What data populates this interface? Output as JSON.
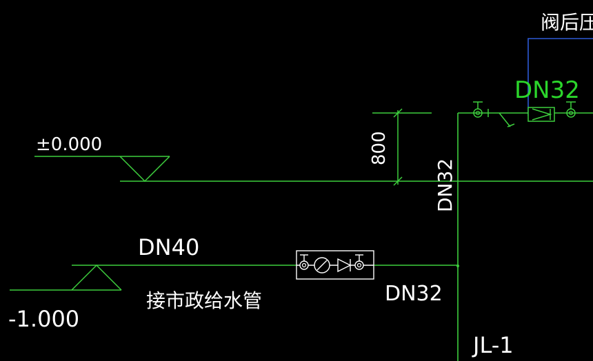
{
  "colors": {
    "background": "#000000",
    "pipe": "#3ecf3e",
    "text": "#ffffff",
    "annotation": "#2bd62b",
    "box": "#2d5bd6"
  },
  "labels": {
    "top_right_partial": "阀后压",
    "dn32_top": "DN32",
    "elev_zero": "±0.000",
    "dim_800": "800",
    "dn32_vertical": "DN32",
    "dn40": "DN40",
    "municipal_pipe": "接市政给水管",
    "dn32_bottom": "DN32",
    "elev_minus": "-1.000",
    "riser": "JL-1"
  },
  "icons": {
    "valve_group": "meter-valve-assembly-icon",
    "gate_valve": "gate-valve-icon",
    "check_valve": "check-valve-icon",
    "pressure_reducer": "pressure-reducing-valve-icon",
    "elevation_marker": "elevation-triangle-icon"
  }
}
